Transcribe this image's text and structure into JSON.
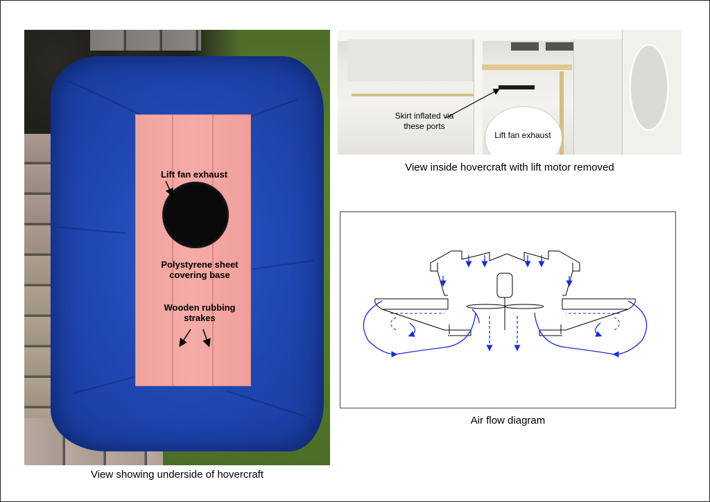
{
  "photo_underside": {
    "caption": "View showing underside of hovercraft",
    "labels": {
      "lift_fan_exhaust": "Lift fan exhaust",
      "polystyrene_line1": "Polystyrene sheet",
      "polystyrene_line2": "covering base",
      "strakes_line1": "Wooden rubbing",
      "strakes_line2": "strakes"
    }
  },
  "photo_inside": {
    "caption": "View inside hovercraft with lift motor removed",
    "labels": {
      "skirt_line1": "Skirt inflated via",
      "skirt_line2": "these ports",
      "lift_fan_exhaust": "Lift fan exhaust"
    }
  },
  "diagram": {
    "caption": "Air flow diagram",
    "arrow_color": "#1a2fd0"
  }
}
